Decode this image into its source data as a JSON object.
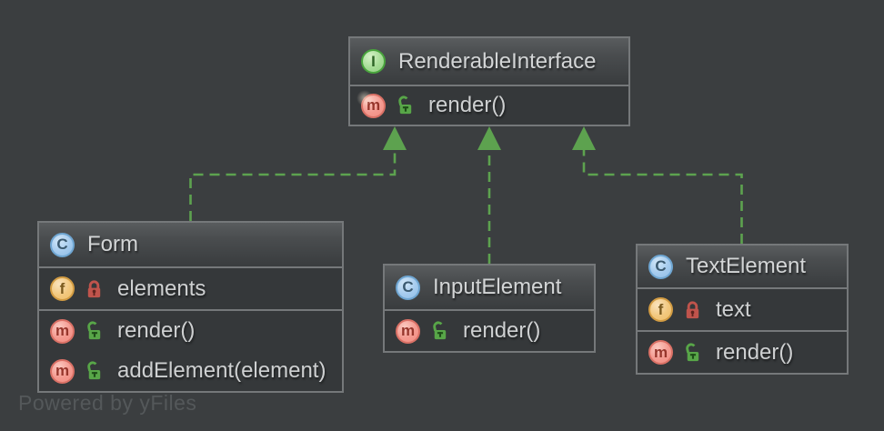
{
  "diagram": {
    "watermark": "Powered by yFiles",
    "colors": {
      "background": "#3b3e40",
      "node_body": "#35383a",
      "node_border": "#75787a",
      "edge_green": "#5da24f",
      "class_icon_blue": "#a5cbee",
      "interface_icon_green": "#a6dc96",
      "field_icon_orange": "#f2c87e",
      "method_icon_salmon": "#f49a90",
      "private_lock_red": "#c0544c",
      "public_lock_green": "#58a648"
    }
  },
  "icons": {
    "class_letter": "C",
    "interface_letter": "I",
    "field_letter": "f",
    "method_letter": "m"
  },
  "nodes": [
    {
      "kind": "interface",
      "title": "RenderableInterface",
      "methods": [
        {
          "label": "render()",
          "visibility": "public"
        }
      ]
    },
    {
      "kind": "class",
      "title": "Form",
      "fields": [
        {
          "label": "elements",
          "visibility": "private"
        }
      ],
      "methods": [
        {
          "label": "render()",
          "visibility": "public"
        },
        {
          "label": "addElement(element)",
          "visibility": "public"
        }
      ]
    },
    {
      "kind": "class",
      "title": "InputElement",
      "methods": [
        {
          "label": "render()",
          "visibility": "public"
        }
      ]
    },
    {
      "kind": "class",
      "title": "TextElement",
      "fields": [
        {
          "label": "text",
          "visibility": "private"
        }
      ],
      "methods": [
        {
          "label": "render()",
          "visibility": "public"
        }
      ]
    }
  ],
  "edges": [
    {
      "from": "Form",
      "to": "RenderableInterface",
      "type": "realization"
    },
    {
      "from": "InputElement",
      "to": "RenderableInterface",
      "type": "realization"
    },
    {
      "from": "TextElement",
      "to": "RenderableInterface",
      "type": "realization"
    }
  ]
}
